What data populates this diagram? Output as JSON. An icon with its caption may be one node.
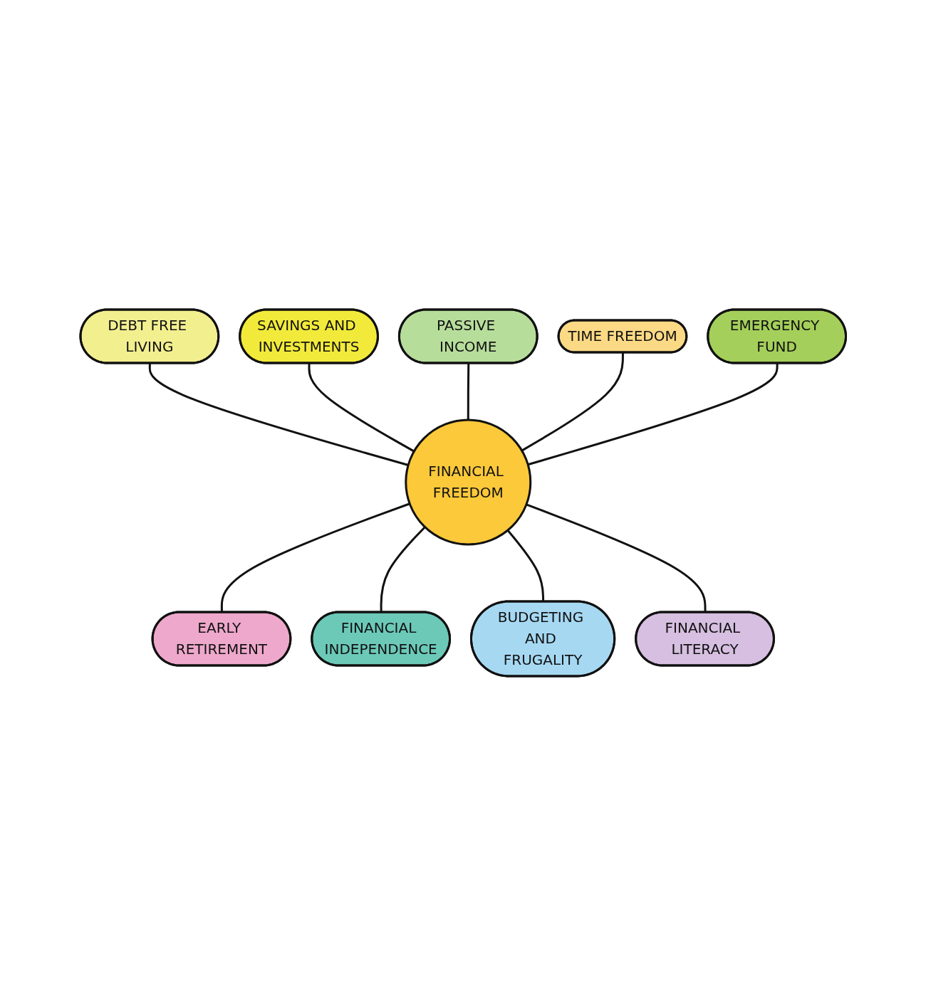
{
  "diagram": {
    "nodes": [
      {
        "text": [
          "DEBT FREE LIVING"
        ]
      },
      {
        "text": [
          "SAVINGS AND INVESTMENTS"
        ]
      },
      {
        "text": [
          "PASSIVE INCOME"
        ]
      },
      {
        "text": [
          "TIME FREEDOM"
        ]
      },
      {
        "text": [
          "EMERGENCY FUND"
        ]
      },
      {
        "text": [
          "FINANCIAL FREEDOM"
        ]
      },
      {
        "text": [
          "EARLY RETIREMENT"
        ]
      },
      {
        "text": [
          "FINANCIAL INDEPENDENCE"
        ]
      },
      {
        "text": [
          "BUDGETING AND FRUGALITY"
        ]
      },
      {
        "text": [
          "FINANCIAL LITERACY"
        ]
      }
    ],
    "edges": [
      {
        "from": 0,
        "to": 5,
        "arrow": "none"
      },
      {
        "from": 1,
        "to": 5,
        "arrow": "none"
      },
      {
        "from": 2,
        "to": 5,
        "arrow": "none"
      },
      {
        "from": 3,
        "to": 5,
        "arrow": "none"
      },
      {
        "from": 4,
        "to": 5,
        "arrow": "none"
      },
      {
        "from": 5,
        "to": 6,
        "arrow": "none"
      },
      {
        "from": 5,
        "to": 7,
        "arrow": "none"
      },
      {
        "from": 5,
        "to": 8,
        "arrow": "none"
      },
      {
        "from": 5,
        "to": 9,
        "arrow": "none"
      }
    ]
  }
}
